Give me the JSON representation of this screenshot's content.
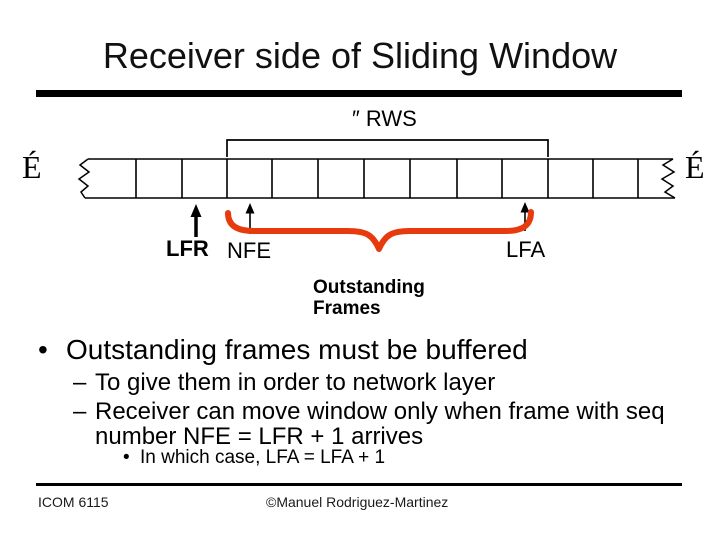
{
  "slide": {
    "title": "Receiver side of Sliding Window",
    "diagram": {
      "rws_label": "″ RWS",
      "left_ellipsis": "É",
      "right_ellipsis": "É",
      "lfr_label": "LFR",
      "nfe_label": "NFE",
      "lfa_label": "LFA",
      "outstanding_line1": "Outstanding",
      "outstanding_line2": "Frames",
      "brace_color": "#e83b0d",
      "line_color": "#000000",
      "visible_cell_count": 13,
      "window_cell_count": 7
    },
    "bullets": {
      "b1_glyph": "•",
      "b1_text": "Outstanding frames must be buffered",
      "dash_glyph": "–",
      "s1_text": "To give them in order to network layer",
      "s2_text": "Receiver can move window only when frame with seq number NFE = LFR + 1 arrives",
      "ss_glyph": "•",
      "ss_text": "In which case, LFA = LFA + 1"
    },
    "footer": {
      "course_code": "ICOM 6115",
      "copyright": "©Manuel Rodriguez-Martinez"
    }
  }
}
